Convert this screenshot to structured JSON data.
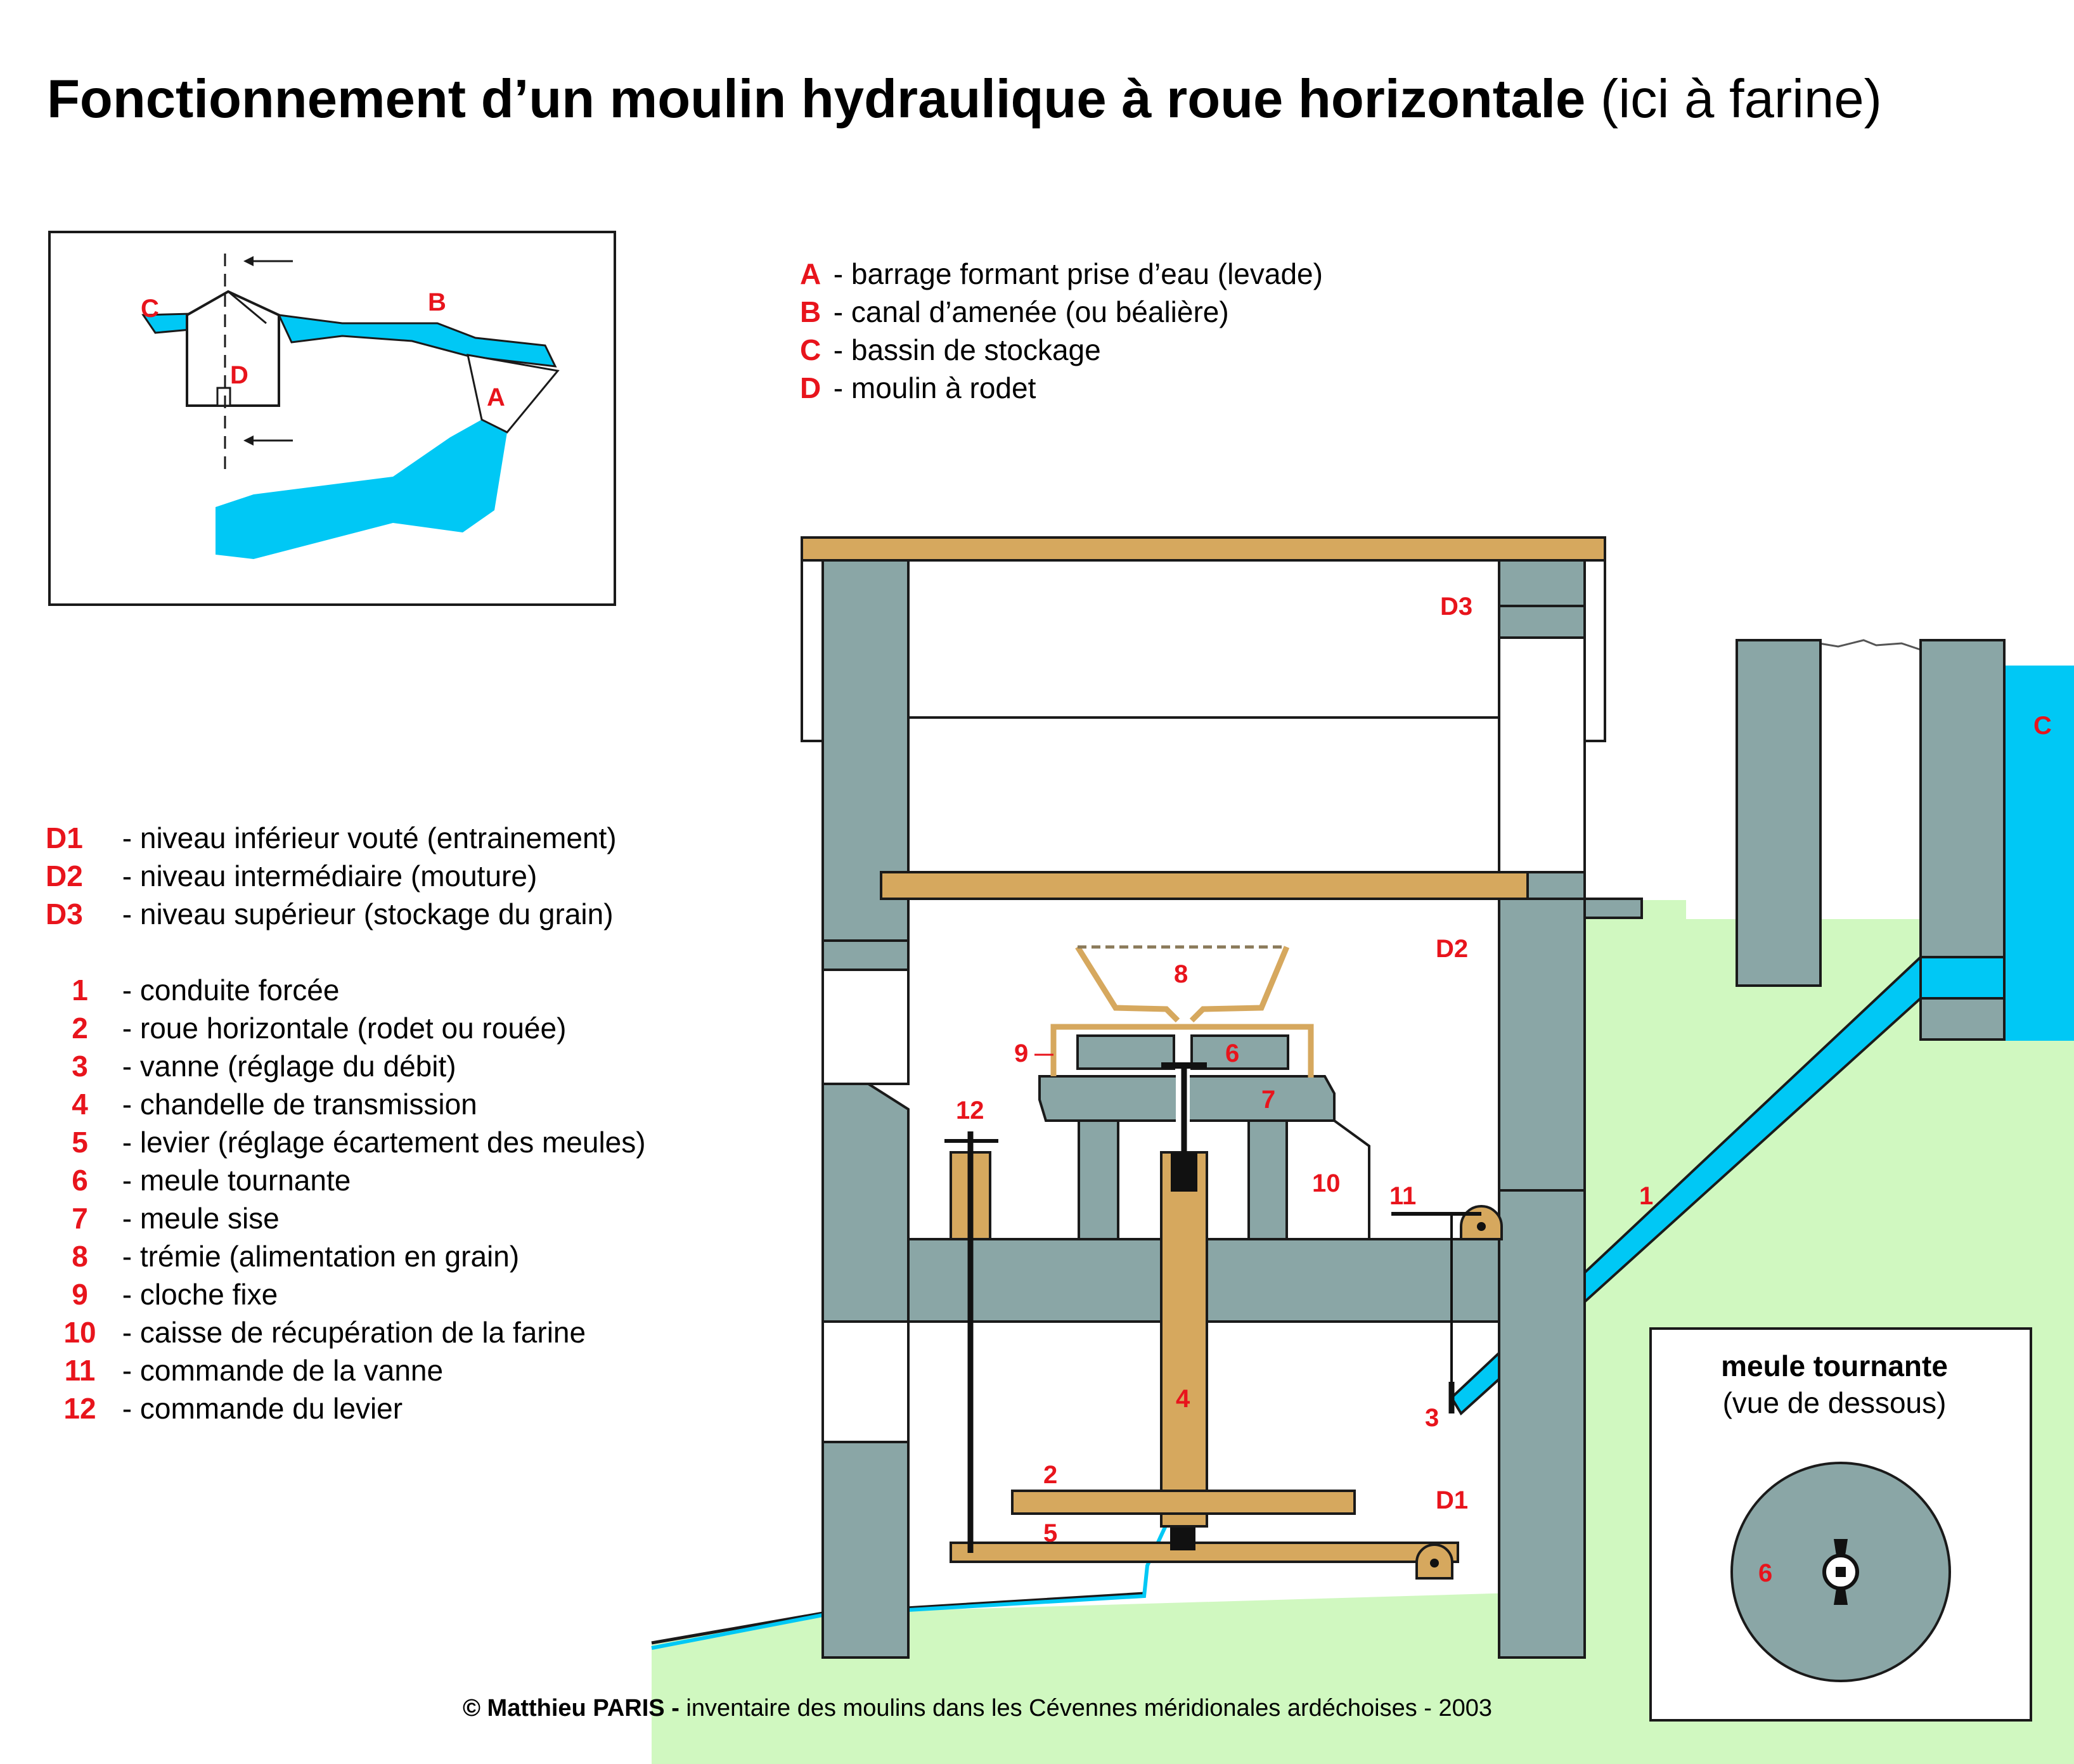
{
  "title": {
    "bold": "Fonctionnement d’un moulin hydraulique à roue horizontale",
    "rest": " (ici à farine)"
  },
  "legend_site": [
    {
      "key": "A",
      "text": " - barrage formant prise d’eau (levade)"
    },
    {
      "key": "B",
      "text": " - canal d’amenée (ou béalière)"
    },
    {
      "key": "C",
      "text": " - bassin de stockage"
    },
    {
      "key": "D",
      "text": " - moulin à rodet"
    }
  ],
  "legend_levels": [
    {
      "key": "D1",
      "text": " - niveau inférieur vouté (entrainement)"
    },
    {
      "key": "D2",
      "text": " - niveau intermédiaire (mouture)"
    },
    {
      "key": "D3",
      "text": " - niveau supérieur (stockage du grain)"
    }
  ],
  "legend_parts": [
    {
      "key": "1",
      "text": " - conduite forcée"
    },
    {
      "key": "2",
      "text": " - roue horizontale (rodet ou rouée)"
    },
    {
      "key": "3",
      "text": " - vanne (réglage du débit)"
    },
    {
      "key": "4",
      "text": " - chandelle de transmission"
    },
    {
      "key": "5",
      "text": " - levier (réglage écartement des meules)"
    },
    {
      "key": "6",
      "text": " - meule tournante"
    },
    {
      "key": "7",
      "text": " - meule sise"
    },
    {
      "key": "8",
      "text": " - trémie (alimentation en grain)"
    },
    {
      "key": "9",
      "text": " - cloche fixe"
    },
    {
      "key": "10",
      "text": " - caisse de récupération de la farine"
    },
    {
      "key": "11",
      "text": " - commande de la vanne"
    },
    {
      "key": "12",
      "text": " - commande du levier"
    }
  ],
  "site_labels": {
    "a": "A",
    "b": "B",
    "c": "C",
    "d": "D"
  },
  "mill_labels": {
    "d1": "D1",
    "d2": "D2",
    "d3": "D3",
    "c": "C",
    "p1": "1",
    "p2": "2",
    "p3": "3",
    "p4": "4",
    "p5": "5",
    "p6": "6",
    "p7": "7",
    "p8": "8",
    "p9": "9",
    "p10": "10",
    "p11": "11",
    "p12": "12"
  },
  "inset": {
    "title": "meule tournante",
    "subtitle": "(vue de dessous)",
    "label": "6"
  },
  "credit": {
    "bold": "© Matthieu PARIS -",
    "rest": " inventaire des moulins dans les Cévennes méridionales ardéchoises - 2003"
  },
  "colors": {
    "stone": "#8aa6a6",
    "wood": "#d6a85e",
    "water": "#00c8f5",
    "ground": "#d0f8c0",
    "label": "#e8141c"
  }
}
